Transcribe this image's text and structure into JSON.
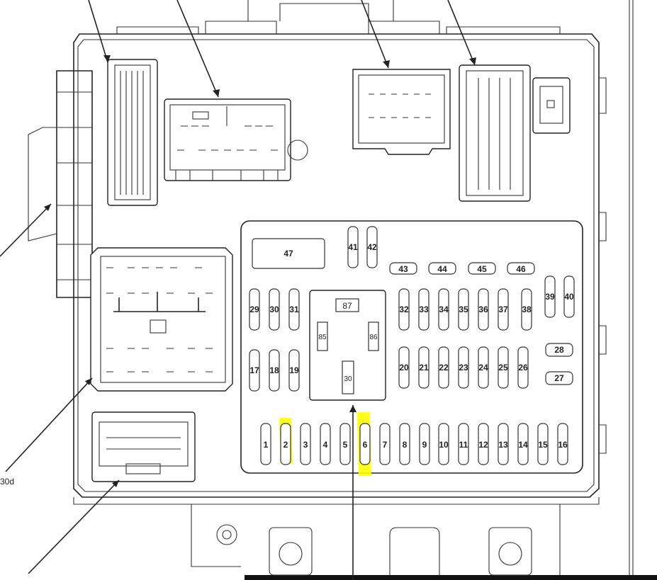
{
  "fuses": [
    {
      "label": "1"
    },
    {
      "label": "2",
      "highlighted": true
    },
    {
      "label": "3"
    },
    {
      "label": "4"
    },
    {
      "label": "5"
    },
    {
      "label": "6",
      "highlighted": true
    },
    {
      "label": "7"
    },
    {
      "label": "8"
    },
    {
      "label": "9"
    },
    {
      "label": "10"
    },
    {
      "label": "11"
    },
    {
      "label": "12"
    },
    {
      "label": "13"
    },
    {
      "label": "14"
    },
    {
      "label": "15"
    },
    {
      "label": "16"
    },
    {
      "label": "17"
    },
    {
      "label": "18"
    },
    {
      "label": "19"
    },
    {
      "label": "20"
    },
    {
      "label": "21"
    },
    {
      "label": "22"
    },
    {
      "label": "23"
    },
    {
      "label": "24"
    },
    {
      "label": "25"
    },
    {
      "label": "26"
    },
    {
      "label": "27"
    },
    {
      "label": "28"
    },
    {
      "label": "29"
    },
    {
      "label": "30"
    },
    {
      "label": "31"
    },
    {
      "label": "32"
    },
    {
      "label": "33"
    },
    {
      "label": "34"
    },
    {
      "label": "35"
    },
    {
      "label": "36"
    },
    {
      "label": "37"
    },
    {
      "label": "38"
    },
    {
      "label": "39"
    },
    {
      "label": "40"
    },
    {
      "label": "41"
    },
    {
      "label": "42"
    },
    {
      "label": "43"
    },
    {
      "label": "44"
    },
    {
      "label": "45"
    },
    {
      "label": "46"
    },
    {
      "label": "47"
    }
  ],
  "relay": {
    "pins": [
      "87",
      "85",
      "86",
      "30"
    ]
  },
  "callout_fragment": "30d",
  "highlight_color": "#ffff00"
}
